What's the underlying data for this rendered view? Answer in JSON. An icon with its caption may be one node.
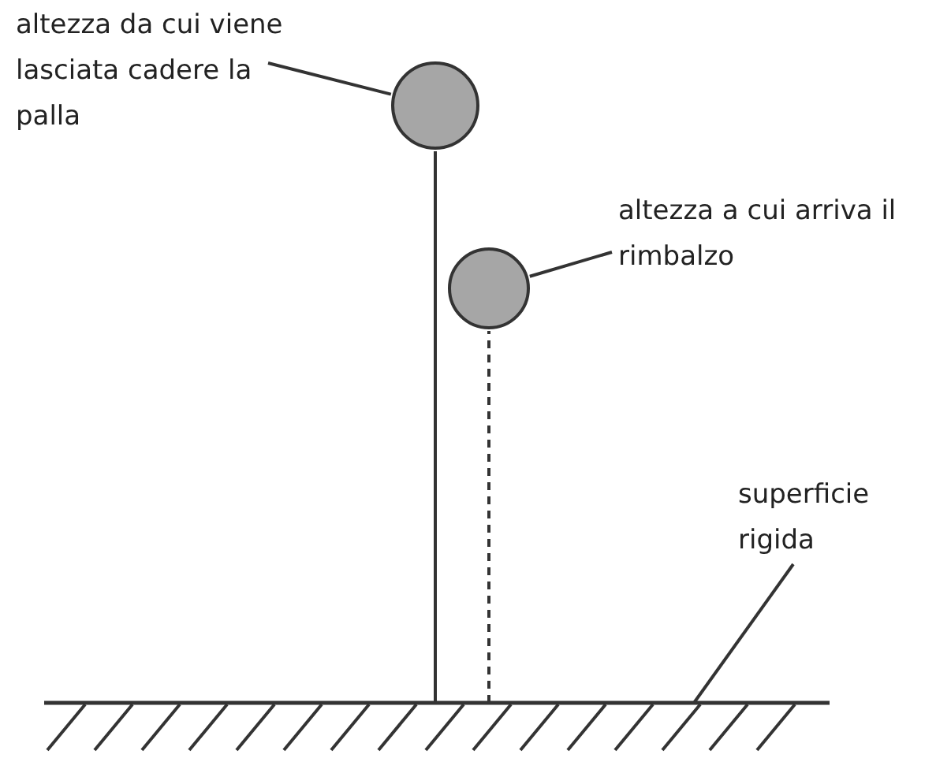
{
  "diagram": {
    "nodes": [
      {
        "text": [
          "altezza da cui viene lasciata cadere la palla"
        ]
      },
      {
        "text": [],
        "shape": "circle"
      },
      {
        "text": [
          "altezza a cui arriva il rimbalzo"
        ]
      },
      {
        "text": [],
        "shape": "circle"
      },
      {
        "text": [
          "superficie rigida"
        ]
      },
      {
        "text": [],
        "shape": "bar"
      }
    ],
    "edges": [
      {
        "from": 0,
        "to": 1,
        "arrow": "none"
      },
      {
        "from": 2,
        "to": 3,
        "arrow": "none"
      },
      {
        "from": 4,
        "to": 5,
        "arrow": "none"
      },
      {
        "from": 1,
        "to": 5,
        "arrow": "none"
      },
      {
        "from": 5,
        "to": 3,
        "arrow": "none",
        "style": "dashed"
      }
    ]
  }
}
